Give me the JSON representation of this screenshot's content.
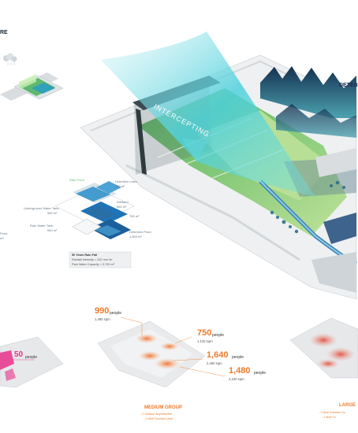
{
  "header": {
    "corner_label": "RE"
  },
  "main_diagram": {
    "intercept_label": "INTERCEPTING",
    "detention_label": "DETEN"
  },
  "water_system": {
    "labels": {
      "lawn": "Detention Lawn",
      "lawn_area": "480 m²",
      "pond": "Rain Pond",
      "underground": "Underground Water Tank",
      "underground_area": "980 m²",
      "wetland": "Wetland",
      "wetland_area": "850 m²",
      "wetland_area2": "760 m²",
      "rain_tank": "Rain Water Tank",
      "rain_tank_area": "550 m²",
      "det_pond": "Detention Pond",
      "det_pond_area": "1,800 m²",
      "left_pond": "Pond",
      "left_pond_area": "m²"
    },
    "rainfall_title": "50 Years Rain Fall",
    "rainfall_line1": "Rainfall Intensity = 232 mm /hr",
    "rainfall_line2": "Park Water Capacity = 3,700 m³"
  },
  "small_group": {
    "count": "50",
    "unit": "people"
  },
  "medium_group": {
    "title": "MEDIUM GROUP",
    "items": [
      "- 2 Outdoor Amphitheater",
      "- 1 Multi Function Lawn"
    ],
    "stats": [
      {
        "count": "990",
        "unit": "people",
        "area": "1,480 sqm"
      },
      {
        "count": "750",
        "unit": "people",
        "area": "1,120 sqm"
      },
      {
        "count": "1,640",
        "unit": "people",
        "area": "2,460 sqm"
      },
      {
        "count": "1,480",
        "unit": "people",
        "area": "2,220 sqm"
      }
    ]
  },
  "large_group": {
    "title": "LARGE",
    "items": [
      "- 1 Multi Combine Ou",
      "- 1 Multi Fu"
    ]
  },
  "colors": {
    "accent": "#f07a2a",
    "small_accent": "#e8318a",
    "water": "#3aa6d8",
    "green": "#7cc36a",
    "navy": "#1c2a50"
  }
}
